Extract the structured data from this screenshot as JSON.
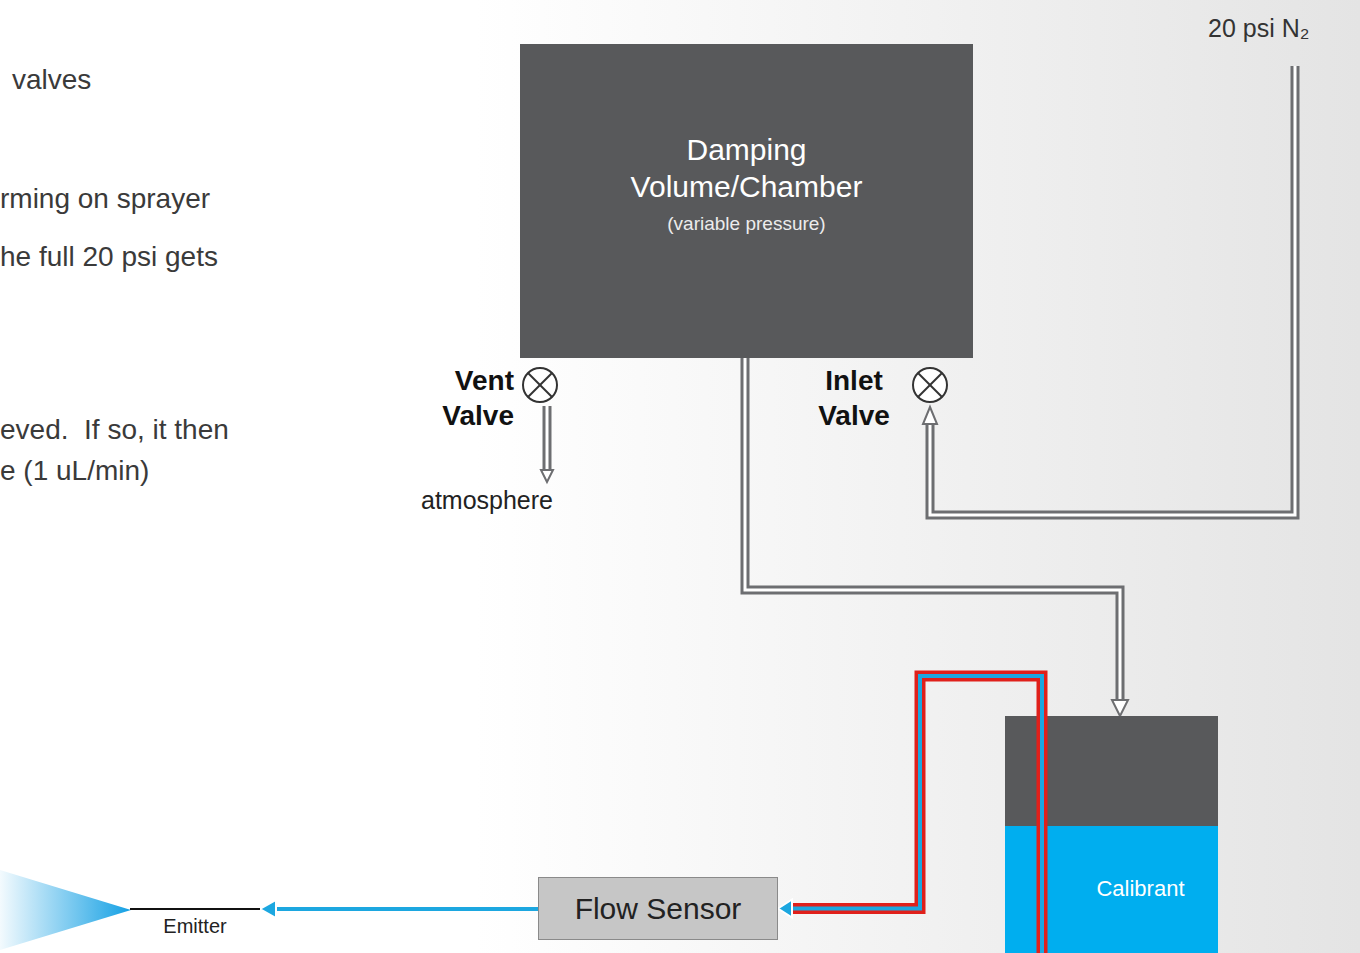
{
  "diagram": {
    "nodes": [
      {
        "text": [
          "Damping Volume/Chamber",
          "(variable pressure)"
        ]
      },
      {
        "text": [
          "Vent Valve"
        ]
      },
      {
        "text": [
          "Inlet Valve"
        ]
      },
      {
        "text": [
          "Calibrant"
        ]
      },
      {
        "text": [
          "Flow Sensor"
        ]
      },
      {
        "text": [
          "Emitter"
        ]
      }
    ],
    "edges": [
      {
        "from": 0,
        "to": 3,
        "arrow": "to"
      },
      {
        "from": 3,
        "to": 4,
        "arrow": "to"
      },
      {
        "from": 4,
        "to": 5,
        "arrow": "to"
      }
    ],
    "labels": [
      "valves",
      "rming on sprayer",
      "he full 20 psi gets",
      "eved.  If so, it then",
      "e (1 uL/min)",
      "20 psi N₂",
      "atmosphere"
    ]
  }
}
